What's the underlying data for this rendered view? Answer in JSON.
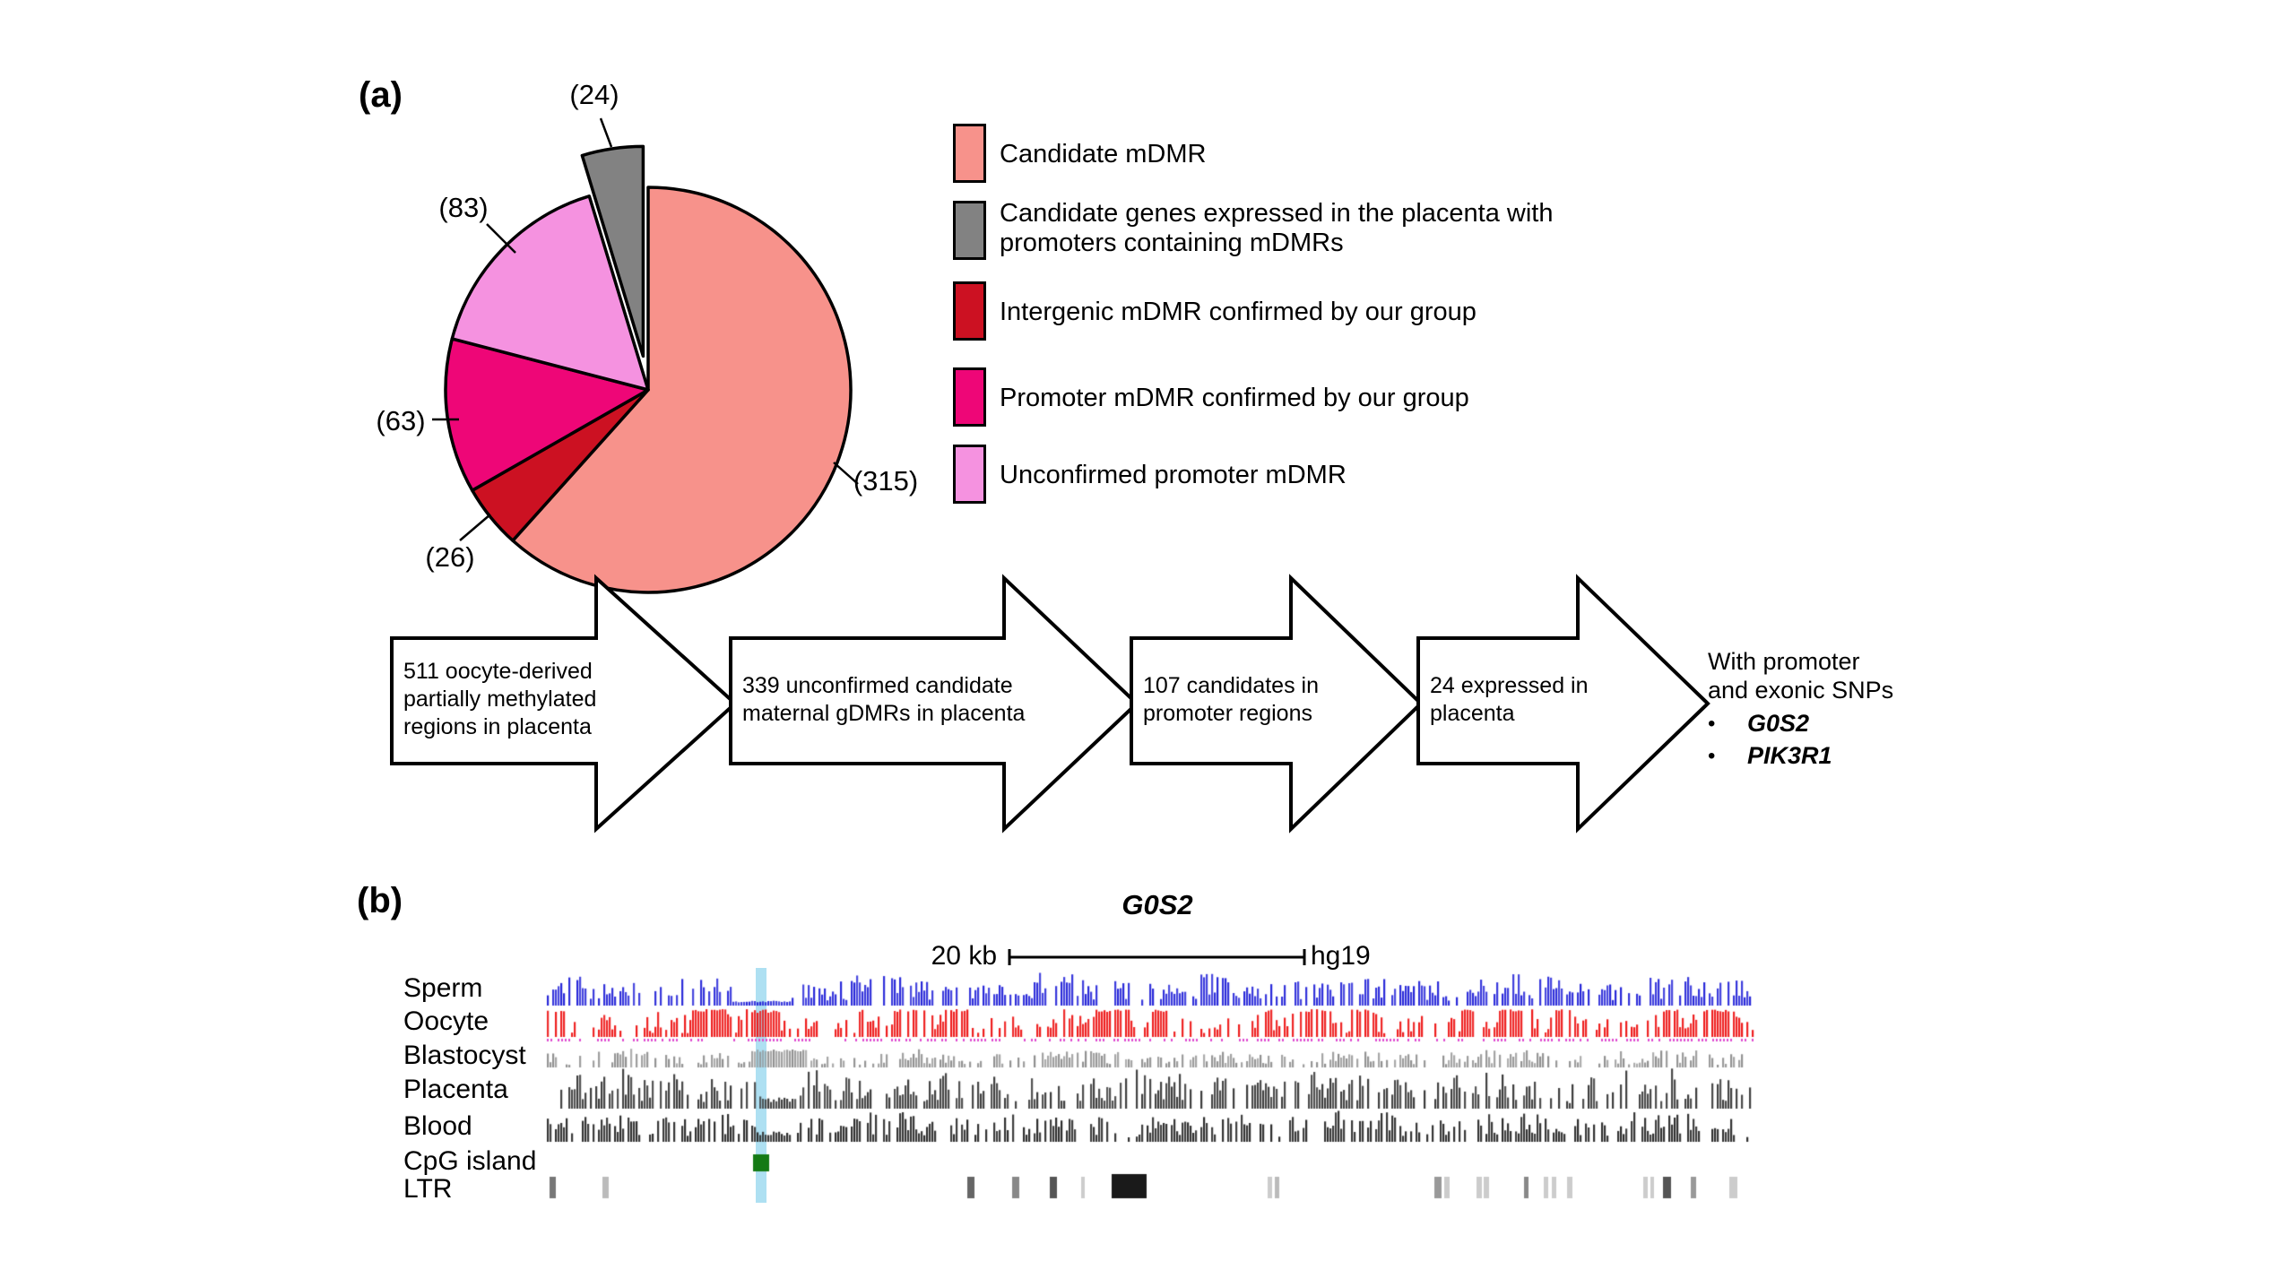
{
  "figure": {
    "panel_a_label": "(a)",
    "panel_b_label": "(b)",
    "background": "#FFFFFF"
  },
  "chart_data": [
    {
      "type": "pie",
      "panel": "a",
      "total": 511,
      "start": "12-o-clock",
      "direction": "clockwise",
      "slices": [
        {
          "label": "Candidate mDMR",
          "value": 315,
          "display": "(315)",
          "color": "#F7928B",
          "exploded": false
        },
        {
          "label": "Intergenic mDMR confirmed by our group",
          "value": 26,
          "display": "(26)",
          "color": "#CC1122",
          "exploded": false
        },
        {
          "label": "Promoter mDMR confirmed by our group",
          "value": 63,
          "display": "(63)",
          "color": "#EE0677",
          "exploded": false
        },
        {
          "label": "Unconfirmed promoter mDMR",
          "value": 83,
          "display": "(83)",
          "color": "#F592E0",
          "exploded": false
        },
        {
          "label": "Candidate genes expressed in the placenta with promoters containing mDMRs",
          "value": 24,
          "display": "(24)",
          "color": "#828282",
          "exploded": true
        }
      ]
    },
    {
      "type": "flow",
      "panel": "a",
      "steps": [
        {
          "lines": [
            "511 oocyte-derived",
            "partially methylated",
            "regions in placenta"
          ]
        },
        {
          "lines": [
            "339 unconfirmed candidate",
            "maternal gDMRs in placenta"
          ]
        },
        {
          "lines": [
            "107 candidates in",
            "promoter regions"
          ]
        },
        {
          "lines": [
            "24 expressed in",
            "placenta"
          ]
        }
      ],
      "result": {
        "lines": [
          "With promoter",
          "and exonic SNPs"
        ],
        "bullet": "•",
        "genes": [
          "G0S2",
          "PIK3R1"
        ]
      }
    },
    {
      "type": "genome-tracks",
      "panel": "b",
      "gene": "G0S2",
      "scale": "20 kb",
      "assembly": "hg19",
      "tracks": [
        "Sperm",
        "Oocyte",
        "Blastocyst",
        "Placenta",
        "Blood",
        "CpG island",
        "LTR"
      ]
    }
  ],
  "legend": {
    "items": [
      {
        "label": "Candidate mDMR",
        "color": "#F7928B"
      },
      {
        "label": "Candidate genes expressed in the placenta with promoters containing mDMRs",
        "lines": [
          "Candidate genes expressed in the placenta with",
          "promoters containing mDMRs"
        ],
        "color": "#828282"
      },
      {
        "label": "Intergenic mDMR confirmed by our group",
        "color": "#CC1122"
      },
      {
        "label": "Promoter mDMR confirmed by our group",
        "color": "#EE0677"
      },
      {
        "label": "Unconfirmed promoter mDMR",
        "color": "#F592E0"
      }
    ]
  },
  "genome": {
    "gene_title": "G0S2",
    "scale_label": "20 kb",
    "assembly": "hg19",
    "meth_tracks": [
      {
        "label": "Sperm",
        "color": "#2525D8"
      },
      {
        "label": "Oocyte",
        "color": "#EE1A1A",
        "dot_color": "#DF4BD0"
      },
      {
        "label": "Blastocyst",
        "color": "#8F8F8F"
      },
      {
        "label": "Placenta",
        "color": "#3A3A3A"
      },
      {
        "label": "Blood",
        "color": "#2B2B2B"
      }
    ],
    "annotation_tracks": [
      {
        "label": "CpG island"
      },
      {
        "label": "LTR"
      }
    ],
    "highlight": {
      "color": "#AEE0F2"
    },
    "cpg_island": {
      "color": "#157A15"
    },
    "ltr_bars": [
      [
        613,
        7,
        "#777777",
        24
      ],
      [
        672,
        7,
        "#BBBBBB",
        24
      ],
      [
        1079,
        8,
        "#666666",
        24
      ],
      [
        1129,
        8,
        "#888888",
        24
      ],
      [
        1171,
        8,
        "#555555",
        24
      ],
      [
        1206,
        4,
        "#CCCCCC",
        24
      ],
      [
        1240,
        39,
        "#1A1A1A",
        27
      ],
      [
        1414,
        5,
        "#CCCCCC",
        24
      ],
      [
        1422,
        5,
        "#BBBBBB",
        24
      ],
      [
        1600,
        8,
        "#999999",
        24
      ],
      [
        1611,
        6,
        "#CCCCCC",
        24
      ],
      [
        1647,
        6,
        "#CCCCCC",
        24
      ],
      [
        1655,
        6,
        "#CCCCCC",
        24
      ],
      [
        1700,
        5,
        "#888888",
        24
      ],
      [
        1722,
        5,
        "#CCCCCC",
        24
      ],
      [
        1731,
        5,
        "#CCCCCC",
        24
      ],
      [
        1748,
        6,
        "#CCCCCC",
        24
      ],
      [
        1833,
        5,
        "#CCCCCC",
        24
      ],
      [
        1841,
        4,
        "#CCCCCC",
        24
      ],
      [
        1855,
        9,
        "#555555",
        24
      ],
      [
        1886,
        6,
        "#999999",
        24
      ],
      [
        1929,
        9,
        "#CCCCCC",
        24
      ]
    ]
  }
}
